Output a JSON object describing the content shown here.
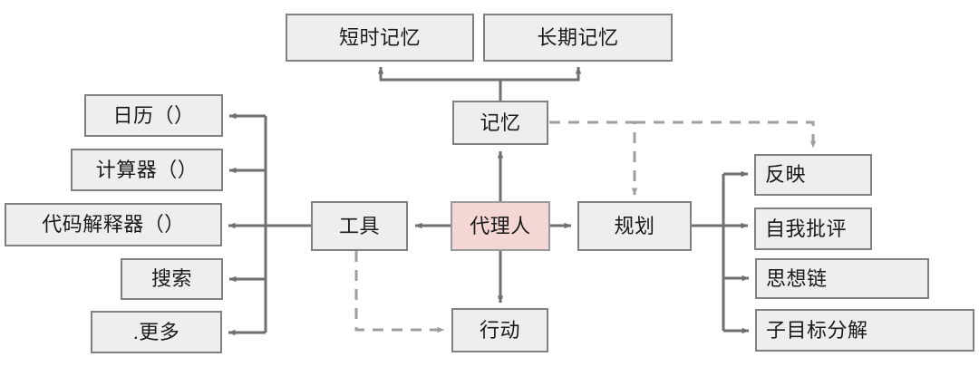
{
  "diagram": {
    "title": "LLM Agent Architecture (Chinese)",
    "colors": {
      "node_fill": "#eeeeee",
      "node_border": "#808080",
      "accent_fill": "#f4d7d4",
      "accent_border": "#9a9a9a",
      "edge_solid": "#6f6f6f",
      "edge_dashed": "#9e9e9e",
      "text": "#1a1a1a",
      "background": "#ffffff"
    },
    "nodes": {
      "short_term_memory": "短时记忆",
      "long_term_memory": "长期记忆",
      "memory": "记忆",
      "agent": "代理人",
      "tools": "工具",
      "planning": "规划",
      "action": "行动",
      "calendar": "日历（）",
      "calculator": "计算器（）",
      "code_interpreter": "代码解释器（）",
      "search": "搜索",
      "more": ".更多",
      "reflection": "反映",
      "self_critique": "自我批评",
      "chain_of_thought": "思想链",
      "subgoal_decomposition": "子目标分解"
    },
    "edges": [
      {
        "from": "memory",
        "to": "short_term_memory",
        "style": "solid"
      },
      {
        "from": "memory",
        "to": "long_term_memory",
        "style": "solid"
      },
      {
        "from": "agent",
        "to": "memory",
        "style": "solid"
      },
      {
        "from": "agent",
        "to": "tools",
        "style": "solid"
      },
      {
        "from": "agent",
        "to": "planning",
        "style": "solid"
      },
      {
        "from": "agent",
        "to": "action",
        "style": "solid"
      },
      {
        "from": "tools",
        "to": "calendar",
        "style": "solid"
      },
      {
        "from": "tools",
        "to": "calculator",
        "style": "solid"
      },
      {
        "from": "tools",
        "to": "code_interpreter",
        "style": "solid"
      },
      {
        "from": "tools",
        "to": "search",
        "style": "solid"
      },
      {
        "from": "tools",
        "to": "more",
        "style": "solid"
      },
      {
        "from": "planning",
        "to": "reflection",
        "style": "solid"
      },
      {
        "from": "planning",
        "to": "self_critique",
        "style": "solid"
      },
      {
        "from": "planning",
        "to": "chain_of_thought",
        "style": "solid"
      },
      {
        "from": "planning",
        "to": "subgoal_decomposition",
        "style": "solid"
      },
      {
        "from": "tools",
        "to": "action",
        "style": "dashed"
      },
      {
        "from": "memory",
        "to": "planning",
        "style": "dashed"
      },
      {
        "from": "memory",
        "to": "reflection",
        "style": "dashed"
      }
    ]
  }
}
